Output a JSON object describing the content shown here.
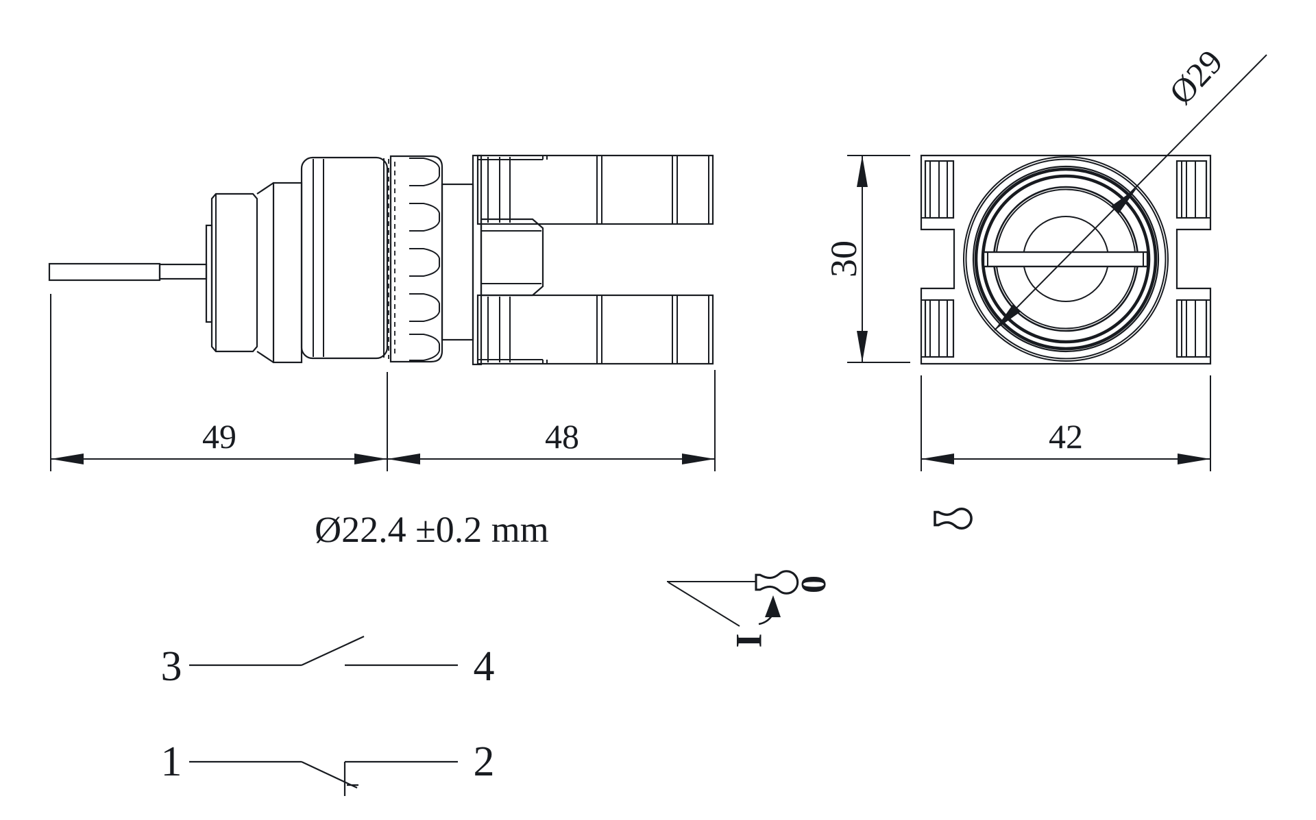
{
  "drawing": {
    "side_view": {
      "dim_front_mm": "49",
      "dim_behind_mm": "48",
      "mounting_hole_note": "Ø22.4 ±0.2 mm"
    },
    "front_view": {
      "dim_height_mm": "30",
      "dim_width_mm": "42",
      "bezel_diameter": "Ø29"
    },
    "key_positions": {
      "off": "0",
      "on": "I"
    },
    "contacts": {
      "no_left": "3",
      "no_right": "4",
      "nc_left": "1",
      "nc_right": "2"
    }
  },
  "colors": {
    "ink": "#181b20",
    "background": "#ffffff"
  }
}
